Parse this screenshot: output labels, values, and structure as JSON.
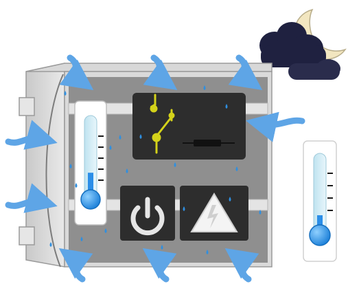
{
  "scene": {
    "subject": "electrical-enclosure-condensation",
    "night_icon": "crescent-moon-with-clouds",
    "air_flow_icon": "blue-arrow",
    "moisture_icon": "water-droplet",
    "enclosure_devices": [
      "thermostat",
      "switch-unit",
      "power-button",
      "high-voltage-warning"
    ],
    "external_device": "thermometer"
  },
  "thermometer_inside": {
    "level": 0.35
  },
  "thermometer_outside": {
    "level": 0.28
  },
  "colors": {
    "arrow": "#5ea5e6",
    "droplet": "#2f8fe0",
    "enclosure_back": "#8f8f8f",
    "enclosure_frame": "#dadada",
    "device_panel": "#2d2d2d",
    "switch_yellow": "#d4d21a",
    "moon": "#f2e6c0",
    "cloud": "#1f2140",
    "thermometer_fill": "#2b8ee8",
    "din_rail": "#e4e4e4"
  }
}
